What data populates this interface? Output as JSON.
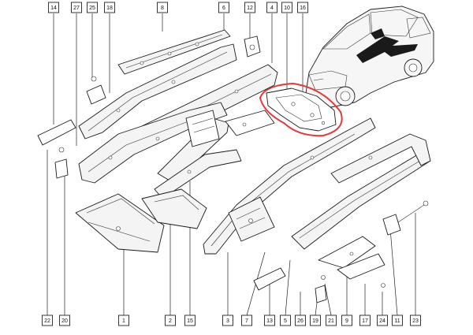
{
  "callouts": {
    "top": [
      "14",
      "27",
      "25",
      "18",
      "8",
      "6",
      "12",
      "4",
      "10",
      "16"
    ],
    "bottom": [
      "22",
      "20",
      "1",
      "2",
      "15",
      "3",
      "7",
      "13",
      "5",
      "26",
      "19",
      "21",
      "9",
      "17",
      "24",
      "11",
      "23"
    ]
  },
  "colors": {
    "highlight": "#e23b3b",
    "line": "#1a1a1a"
  }
}
